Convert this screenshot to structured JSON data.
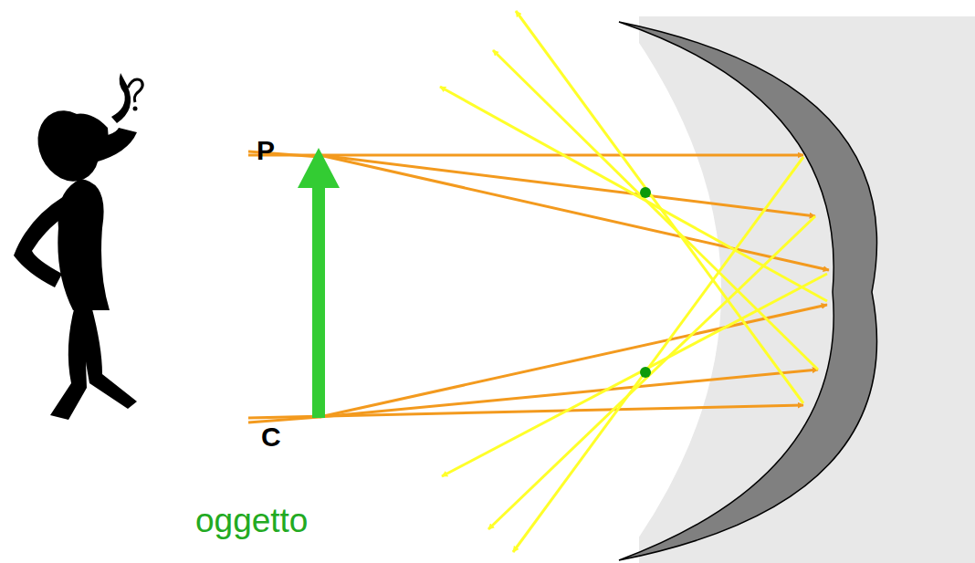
{
  "diagram": {
    "labels": [
      "P",
      "C",
      "oggetto"
    ]
  }
}
